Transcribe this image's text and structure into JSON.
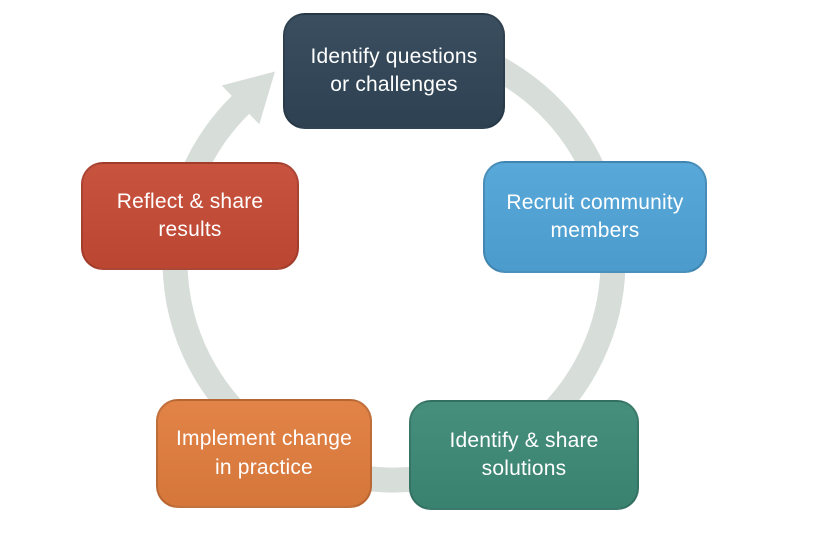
{
  "diagram": {
    "type": "cycle",
    "direction": "clockwise",
    "background_color": "#FFFFFF",
    "arrow": {
      "color": "#D7DEDA",
      "description": "clockwise circular arrow connecting all steps, arrowhead pointing to top step"
    },
    "steps": [
      {
        "label": "Identify questions\nor challenges",
        "label_plain": "Identify questions or challenges",
        "color": "#2F4456",
        "text_color": "#FFFFFF",
        "position": "top"
      },
      {
        "label": "Recruit community\nmembers",
        "label_plain": "Recruit community members",
        "color": "#4FA3D8",
        "text_color": "#FFFFFF",
        "position": "upper-right"
      },
      {
        "label": "Identify & share\nsolutions",
        "label_plain": "Identify & share solutions",
        "color": "#3D8976",
        "text_color": "#FFFFFF",
        "position": "lower-right"
      },
      {
        "label": "Implement change\nin practice",
        "label_plain": "Implement change in practice",
        "color": "#E07C3D",
        "text_color": "#FFFFFF",
        "position": "lower-left"
      },
      {
        "label": "Reflect & share\nresults",
        "label_plain": "Reflect & share results",
        "color": "#C54A35",
        "text_color": "#FFFFFF",
        "position": "upper-left"
      }
    ]
  }
}
